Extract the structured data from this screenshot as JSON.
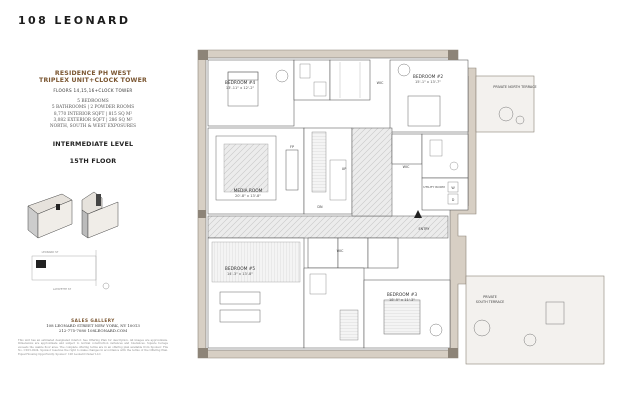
{
  "brand": "108 LEONARD",
  "residence": {
    "title_line1": "RESIDENCE PH WEST",
    "title_line2": "TRIPLEX UNIT+CLOCK TOWER",
    "floors": "FLOORS 14,15,16+CLOCK TOWER",
    "specs": [
      "5 BEDROOMS",
      "5 BATHROOMS | 2 POWDER ROOMS",
      "8,770 INTERIOR SQFT | 815 SQ M²",
      "3,082 EXTERIOR SQFT | 286 SQ M²",
      "NORTH, SOUTH & WEST EXPOSURES"
    ],
    "level_line1": "INTERMEDIATE LEVEL",
    "level_line2": "15TH FLOOR"
  },
  "sketch": {
    "street1": "LEONARD ST",
    "street2": "LAFAYETTE ST"
  },
  "sales": {
    "title": "SALES GALLERY",
    "address": "108 LEONARD STREET NEW YORK, NY 10013",
    "contact": "212-775-7080 108LEONARD.COM"
  },
  "disclaimer": "This unit has an estimated designated interior. See Offering Plan for description. All images are approximate. Dimensions are approximate and subject to normal construction variances and tolerances. Square footage exceeds the usable floor area. The complete offering terms are in an offering plan available from Sponsor. File No. CD15-0224. Sponsor reserves the right to make changes in accordance with the terms of the Offering Plan. Equal Housing Opportunity. Sponsor: 108 Leonard Owner LLC.",
  "plan": {
    "rooms": {
      "bedroom4": {
        "label": "BEDROOM #4",
        "dim": "13'-11\" x 12'-2\""
      },
      "bedroom2": {
        "label": "BEDROOM #2",
        "dim": "15'-1\" x 13'-7\""
      },
      "bedroom5": {
        "label": "BEDROOM #5",
        "dim": "14'-3\" x 13'-8\""
      },
      "bedroom3": {
        "label": "BEDROOM #3",
        "dim": "18'-5\" x 11'-3\""
      },
      "media": {
        "label": "MEDIA ROOM",
        "dim": "20'-8\" x 13'-8\""
      }
    },
    "labels": {
      "wic1": "WIC",
      "wic2": "WIC",
      "wic3": "WIC",
      "utility": "UTILITY ROOM",
      "private_north": "PRIVATE NORTH TERRACE",
      "private_south1": "PRIVATE",
      "private_south2": "SOUTH TERRACE",
      "entry": "ENTRY",
      "fp": "FP",
      "dn": "DN",
      "up": "UP",
      "w": "W",
      "d": "D"
    }
  },
  "colors": {
    "accent": "#7a5530",
    "wall": "#d7cfc4",
    "floor_stripe": "#cbcbcb",
    "room_outline": "#555555"
  }
}
